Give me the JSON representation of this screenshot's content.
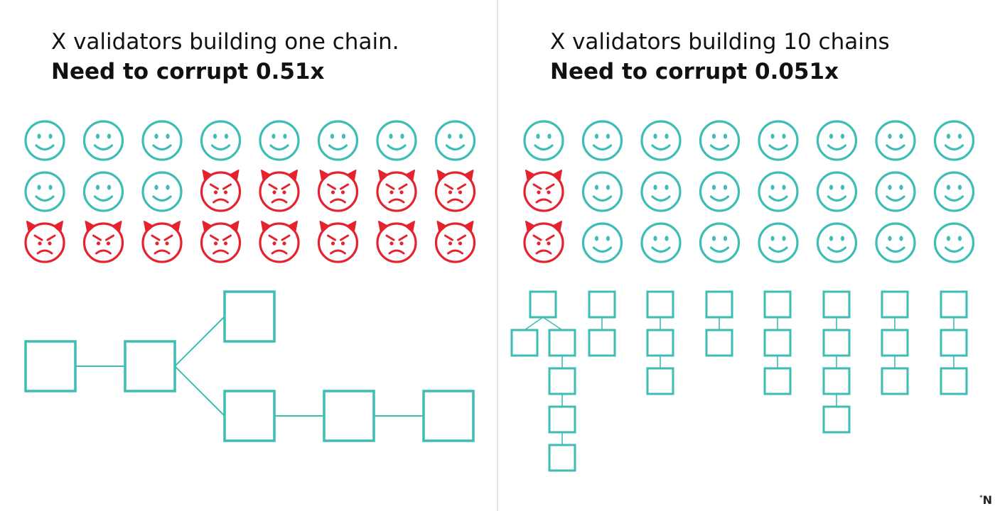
{
  "left": {
    "title_line1": "X validators building one chain.",
    "title_line2": "Need to corrupt 0.51x",
    "validators": [
      "honest",
      "honest",
      "honest",
      "honest",
      "honest",
      "honest",
      "honest",
      "honest",
      "honest",
      "honest",
      "honest",
      "malicious",
      "malicious",
      "malicious",
      "malicious",
      "malicious",
      "malicious",
      "malicious",
      "malicious",
      "malicious",
      "malicious",
      "malicious",
      "malicious",
      "malicious"
    ]
  },
  "right": {
    "title_line1": "X validators building 10 chains",
    "title_line2": "Need to corrupt 0.051x",
    "validators": [
      "honest",
      "honest",
      "honest",
      "honest",
      "honest",
      "honest",
      "honest",
      "honest",
      "malicious",
      "honest",
      "honest",
      "honest",
      "honest",
      "honest",
      "honest",
      "honest",
      "malicious",
      "honest",
      "honest",
      "honest",
      "honest",
      "honest",
      "honest",
      "honest"
    ],
    "chain_lengths": [
      4,
      2,
      3,
      2,
      3,
      4,
      3,
      3
    ]
  },
  "colors": {
    "honest": "#3dbdb3",
    "malicious": "#e5222e",
    "block": "#3dbdb3",
    "text": "#111111"
  },
  "icons": {
    "honest": "smiley-face-icon",
    "malicious": "devil-face-icon"
  },
  "watermark": "N"
}
